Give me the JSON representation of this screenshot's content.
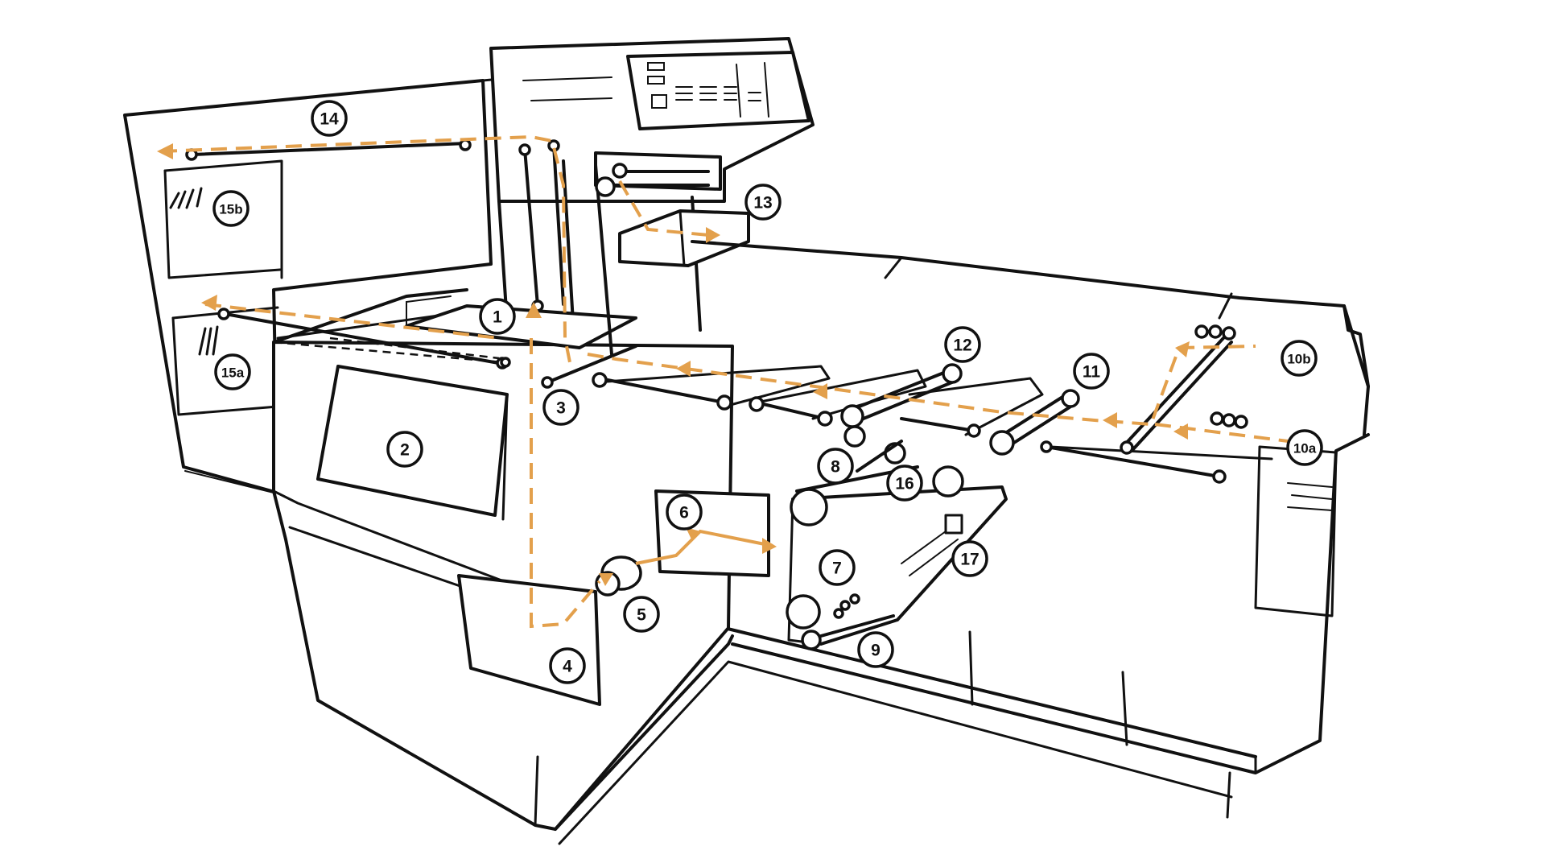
{
  "colors": {
    "line": "#111111",
    "path": "#e3a04c",
    "background": "#ffffff"
  },
  "callouts": [
    {
      "id": "c1",
      "label": "1"
    },
    {
      "id": "c2",
      "label": "2"
    },
    {
      "id": "c3",
      "label": "3"
    },
    {
      "id": "c4",
      "label": "4"
    },
    {
      "id": "c5",
      "label": "5"
    },
    {
      "id": "c6",
      "label": "6"
    },
    {
      "id": "c7",
      "label": "7"
    },
    {
      "id": "c8",
      "label": "8"
    },
    {
      "id": "c9",
      "label": "9"
    },
    {
      "id": "c10a",
      "label": "10a"
    },
    {
      "id": "c10b",
      "label": "10b"
    },
    {
      "id": "c11",
      "label": "11"
    },
    {
      "id": "c12",
      "label": "12"
    },
    {
      "id": "c13",
      "label": "13"
    },
    {
      "id": "c14",
      "label": "14"
    },
    {
      "id": "c15a",
      "label": "15a"
    },
    {
      "id": "c15b",
      "label": "15b"
    },
    {
      "id": "c16",
      "label": "16"
    },
    {
      "id": "c17",
      "label": "17"
    }
  ]
}
